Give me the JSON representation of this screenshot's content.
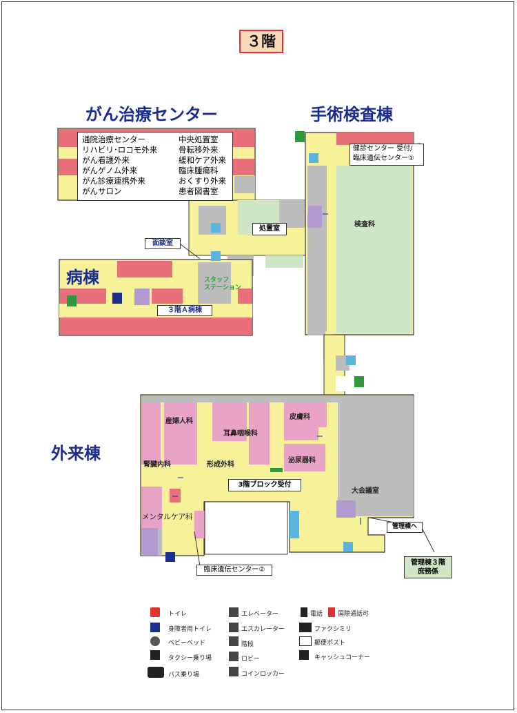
{
  "title": "３階",
  "sections": {
    "cancer_center": "がん治療センター",
    "surgery": "手術検査棟",
    "ward": "病棟",
    "outpatient": "外来棟"
  },
  "cancer_center_list": {
    "left": [
      "通院治療センター",
      "リハビリ･ロコモ外来",
      "がん看護外来",
      "がんゲノム外来",
      "がん診療連携外来",
      "がんサロン"
    ],
    "right": [
      "中央処置室",
      "骨転移外来",
      "緩和ケア外来",
      "臨床腫瘍科",
      "おくすり外来",
      "患者図書室"
    ]
  },
  "rooms": {
    "shochi": "処置室",
    "mendan": "面談室",
    "staff": "スタッフ\nステーション",
    "ward_3a": "３階Ａ病棟",
    "kensa": "検査科",
    "kenshin": "健診センター 受付/",
    "rinsho_iden_1": "臨床遺伝センター①",
    "sanfujin": "産婦人科",
    "jibi": "耳鼻咽喉科",
    "hifu": "皮膚科",
    "jinzo": "腎臓内科",
    "keisei": "形成外科",
    "hinyo": "泌尿器科",
    "block": "3階ブロック受付",
    "taikaigi": "大会議室",
    "mental": "メンタルケア科",
    "kanri_he": "管理棟へ",
    "rinsho_iden_2": "臨床遺伝センター②",
    "kanri_3": "管理棟３階\n庶務係"
  },
  "legend": [
    {
      "icon": "toilet-icon",
      "label": "トイレ"
    },
    {
      "icon": "accessible-toilet-icon",
      "label": "身障者用トイレ"
    },
    {
      "icon": "baby-bed-icon",
      "label": "ベビーベッド"
    },
    {
      "icon": "taxi-icon",
      "label": "タクシー乗り場"
    },
    {
      "icon": "bus-icon",
      "label": "バス乗り場"
    },
    {
      "icon": "elevator-icon",
      "label": "エレベーター"
    },
    {
      "icon": "escalator-icon",
      "label": "エスカレーター"
    },
    {
      "icon": "stairs-icon",
      "label": "階段"
    },
    {
      "icon": "lobby-icon",
      "label": "ロビー"
    },
    {
      "icon": "coin-locker-icon",
      "label": "コインロッカー"
    },
    {
      "icon": "phone-icon",
      "label": "電話"
    },
    {
      "icon": "intl-phone-icon",
      "label": "国際通話可"
    },
    {
      "icon": "fax-icon",
      "label": "ファクシミリ"
    },
    {
      "icon": "mailbox-icon",
      "label": "郵便ポスト"
    },
    {
      "icon": "atm-icon",
      "label": "キャッシュコーナー"
    }
  ],
  "colors": {
    "corridor": "#f7f29a",
    "room_pink": "#e9a3c6",
    "room_red": "#e9707a",
    "room_green": "#cde7c4",
    "wall_gray": "#bdbdbd",
    "elevator_blue": "#5bb4dd",
    "title_blue": "#1b2e8f",
    "toilet_purple": "#b09ad0",
    "exit_green": "#2f9a3c"
  }
}
